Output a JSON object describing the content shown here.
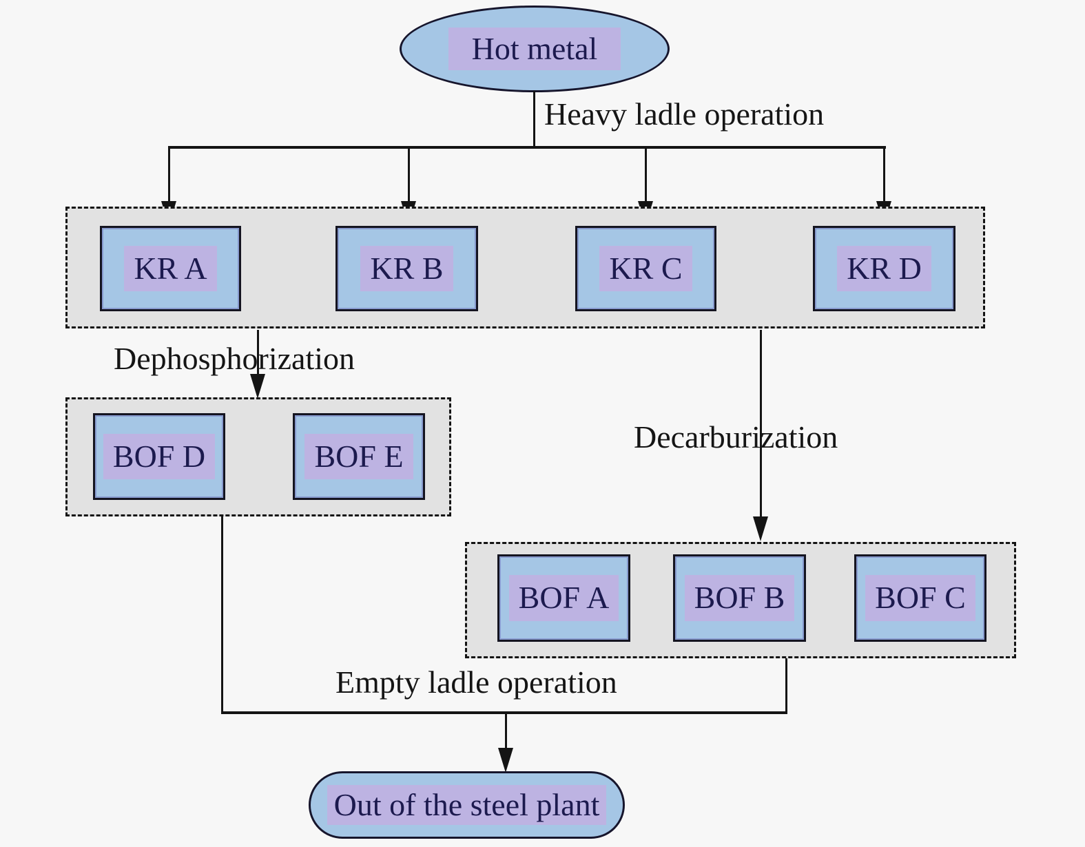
{
  "diagram": {
    "nodes": {
      "hot_metal": "Hot metal",
      "kr": [
        "KR A",
        "KR B",
        "KR C",
        "KR D"
      ],
      "bof_dephos": [
        "BOF D",
        "BOF E"
      ],
      "bof_decarb": [
        "BOF A",
        "BOF B",
        "BOF C"
      ],
      "out": "Out of the steel plant"
    },
    "labels": {
      "heavy_ladle": "Heavy ladle operation",
      "dephosphorization": "Dephosphorization",
      "decarburization": "Decarburization",
      "empty_ladle": "Empty ladle operation"
    },
    "colors": {
      "background": "#f7f7f7",
      "node_fill_blue": "#a5c6e5",
      "text_highlight": "#bdb3e2",
      "container_fill": "#e2e2e2",
      "text_navy": "#1c1a4e",
      "line_black": "#141414"
    }
  }
}
